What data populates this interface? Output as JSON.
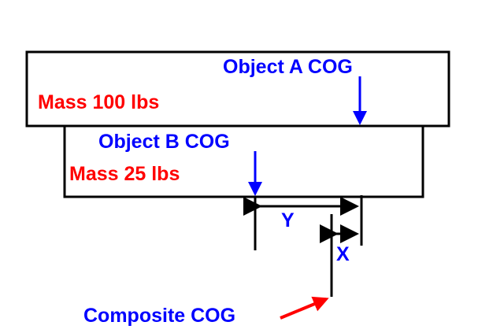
{
  "object_a": {
    "label": "Object A  COG",
    "mass": "Mass  100 lbs"
  },
  "object_b": {
    "label": "Object B  COG",
    "mass": "Mass  25 lbs"
  },
  "dimensions": {
    "y_label": "Y",
    "x_label": "X"
  },
  "composite": {
    "label": "Composite COG"
  },
  "colors": {
    "label": "#0000ff",
    "mass": "#ff0000",
    "line": "#000000"
  }
}
